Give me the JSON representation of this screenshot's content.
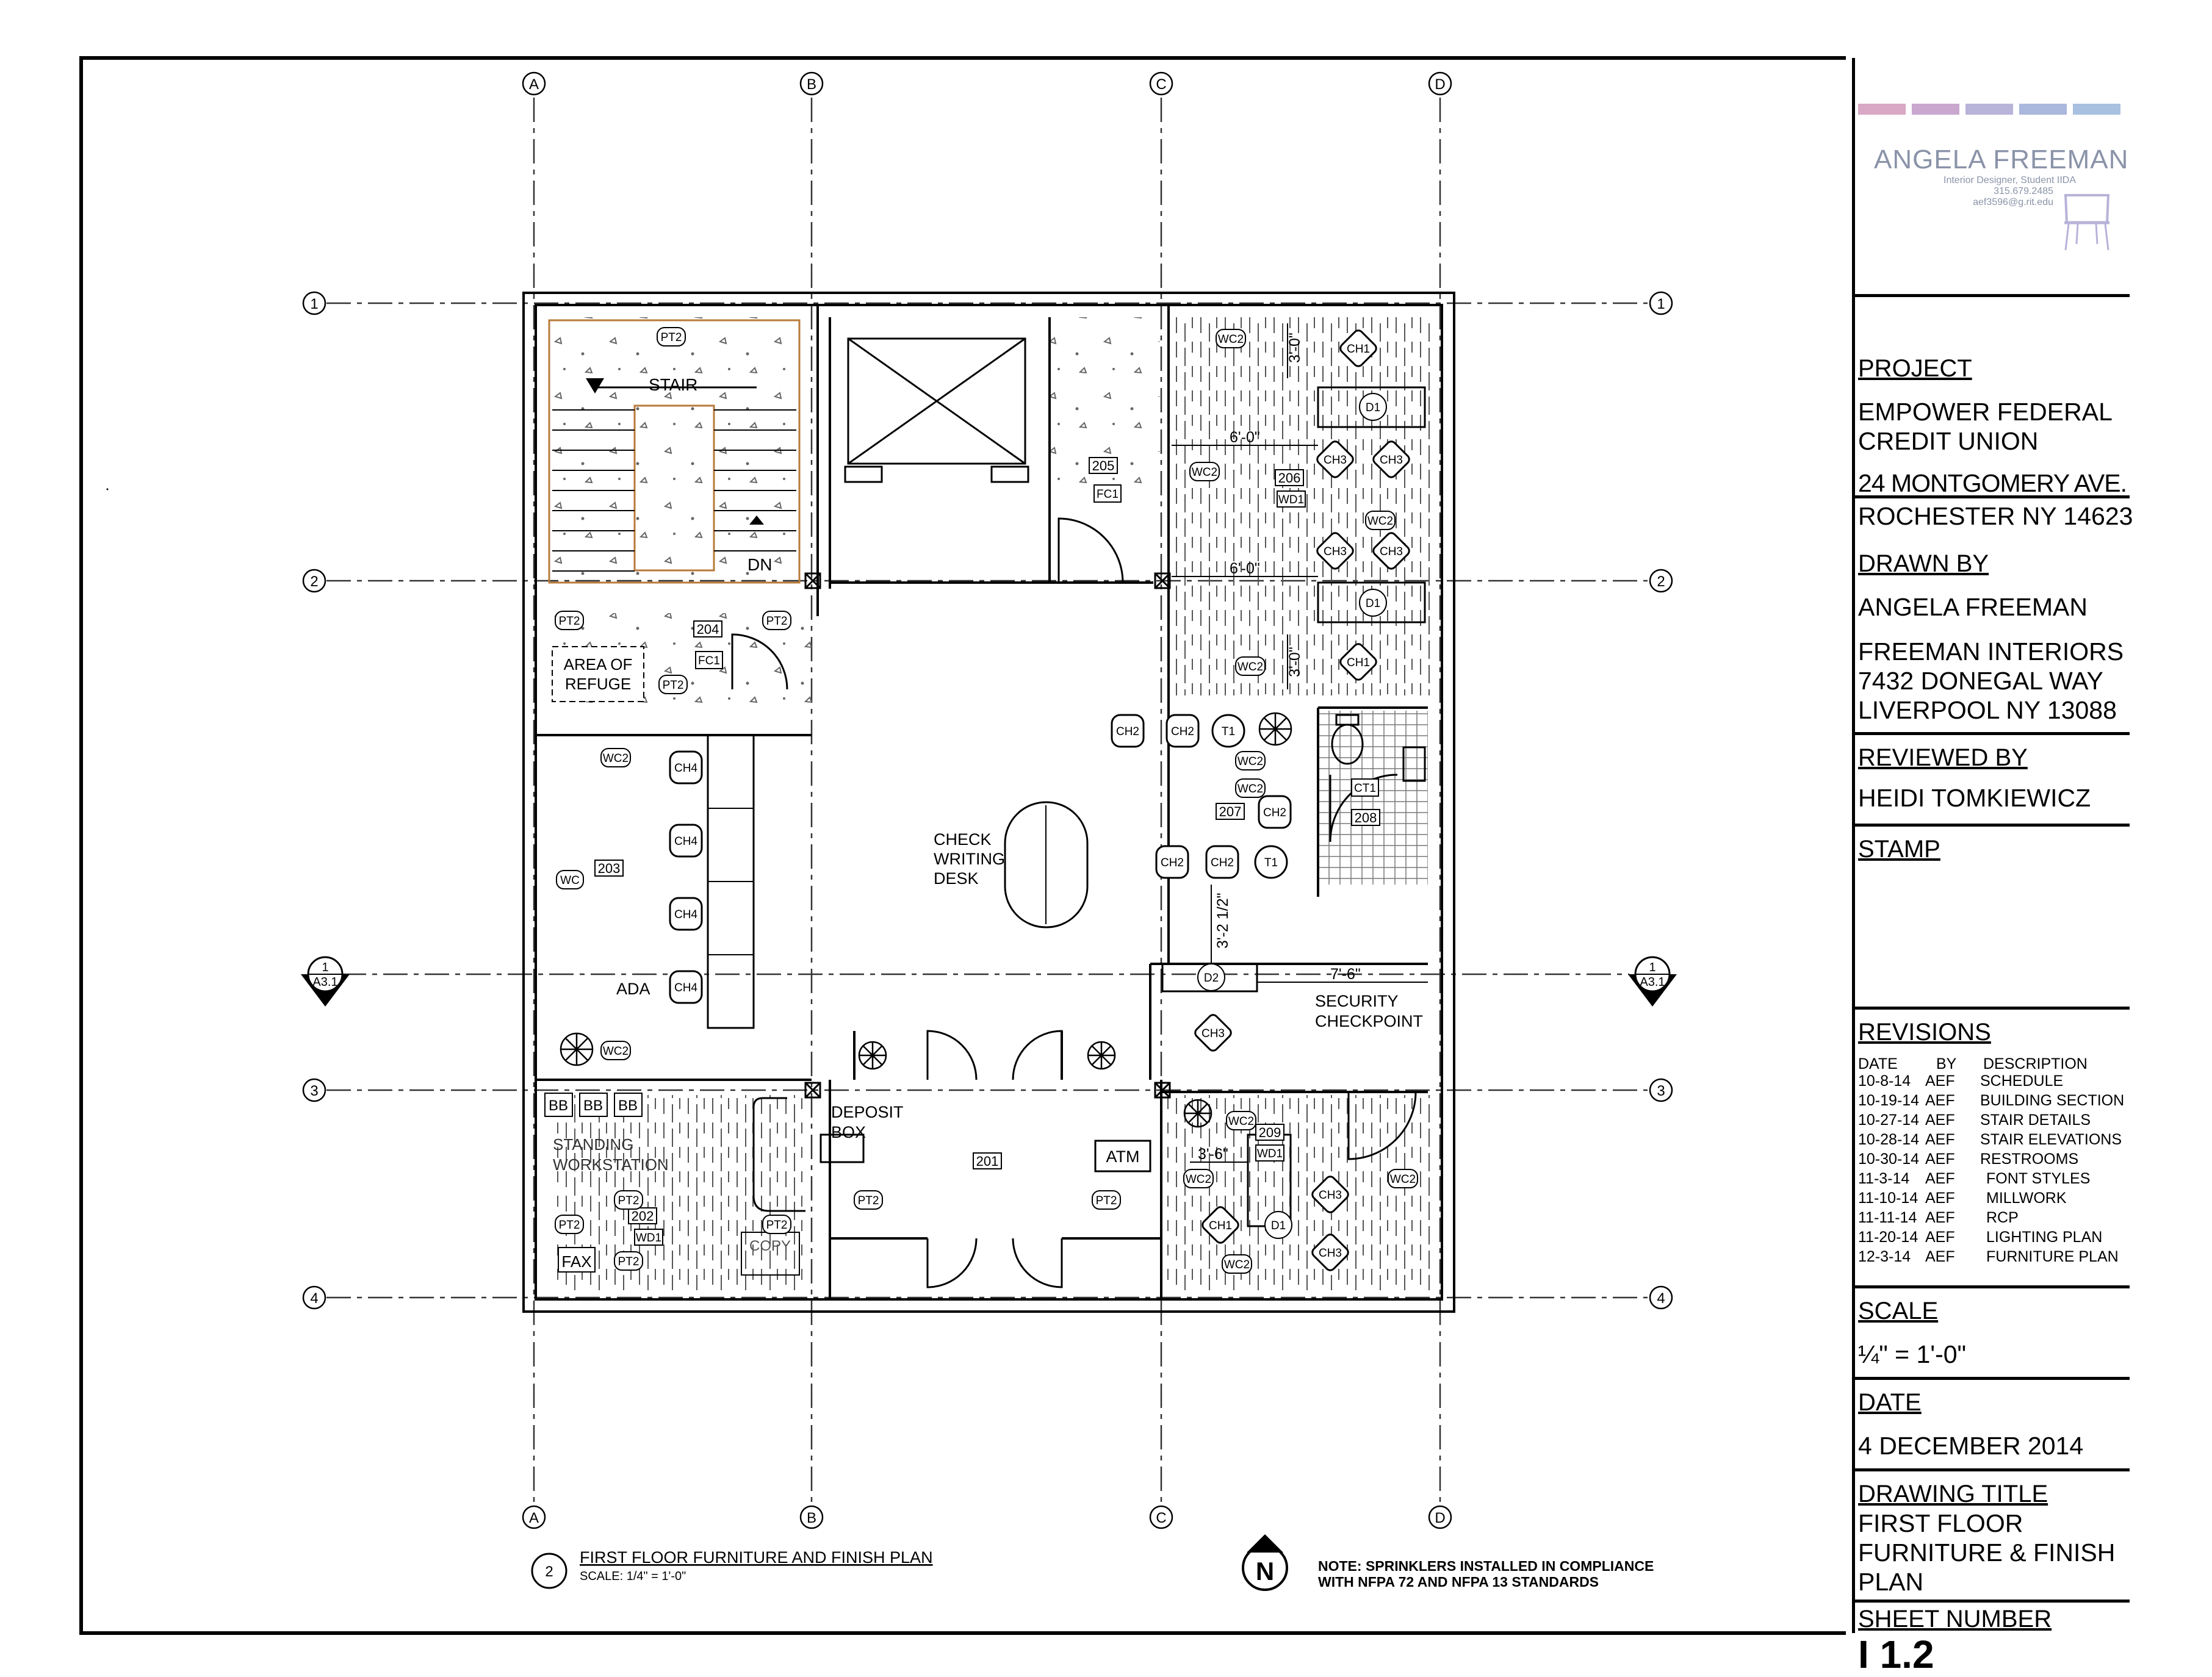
{
  "plan": {
    "grid_columns": [
      "A",
      "B",
      "C",
      "D"
    ],
    "grid_rows": [
      "1",
      "2",
      "3",
      "4"
    ],
    "section_marker": {
      "number": "1",
      "sheet": "A3.1"
    },
    "rooms": [
      "201",
      "202",
      "203",
      "204",
      "205",
      "206",
      "207",
      "208",
      "209"
    ],
    "labels": {
      "stair": "STAIR",
      "dn": "DN",
      "area_of_refuge": [
        "AREA OF",
        "REFUGE"
      ],
      "check_writing_desk": [
        "CHECK",
        "WRITING",
        "DESK"
      ],
      "ada": "ADA",
      "security_checkpoint": [
        "SECURITY",
        "CHECKPOINT"
      ],
      "deposit_box": [
        "DEPOSIT",
        "BOX"
      ],
      "atm": "ATM",
      "standing_workstation": [
        "STANDING",
        "WORKSTATION"
      ],
      "fax": "FAX",
      "copy": "COPY",
      "bb": "BB"
    },
    "dimensions": {
      "d3_0": "3'-0\"",
      "d6_0": "6'-0\"",
      "d7_6": "7'-6\"",
      "d3_6": "3'-6\"",
      "d3_2_half": "3'-2 1/2\""
    },
    "tags": {
      "pt2": "PT2",
      "wc2": "WC2",
      "wc": "WC",
      "wd1": "WD1",
      "fc1": "FC1",
      "ct1": "CT1",
      "ch1": "CH1",
      "ch2": "CH2",
      "ch3": "CH3",
      "ch4": "CH4",
      "d1": "D1",
      "d2": "D2",
      "t1": "T1"
    },
    "drawing_caption": {
      "number": "2",
      "title": "FIRST FLOOR FURNITURE AND FINISH PLAN",
      "scale": "SCALE: 1/4\" = 1'-0\""
    },
    "north_arrow": "N",
    "note": [
      "NOTE:  SPRINKLERS INSTALLED IN COMPLIANCE",
      "WITH NFPA 72 AND NFPA 13 STANDARDS"
    ]
  },
  "title_block": {
    "logo": {
      "name": "ANGELA FREEMAN",
      "lines": [
        "Interior Designer, Student IIDA",
        "315.679.2485",
        "aef3596@g.rit.edu"
      ],
      "bar_colors": [
        "#d9a8c4",
        "#c9a7cf",
        "#b7b3d9",
        "#aab8de",
        "#a9c1e0"
      ]
    },
    "project": {
      "heading": "PROJECT",
      "lines": [
        "EMPOWER FEDERAL",
        "CREDIT UNION",
        "24 MONTGOMERY AVE.",
        "ROCHESTER NY 14623"
      ]
    },
    "drawn_by": {
      "heading": "DRAWN BY",
      "lines": [
        "ANGELA FREEMAN",
        "FREEMAN INTERIORS",
        "7432 DONEGAL WAY",
        "LIVERPOOL NY 13088"
      ]
    },
    "reviewed_by": {
      "heading": "REVIEWED BY",
      "lines": [
        "HEIDI TOMKIEWICZ"
      ]
    },
    "stamp": {
      "heading": "STAMP"
    },
    "revisions": {
      "heading": "REVISIONS",
      "columns": [
        "DATE",
        "BY",
        "DESCRIPTION"
      ],
      "rows": [
        [
          "10-8-14",
          "AEF",
          "SCHEDULE"
        ],
        [
          "10-19-14",
          "AEF",
          "BUILDING SECTION"
        ],
        [
          "10-27-14",
          "AEF",
          "STAIR DETAILS"
        ],
        [
          "10-28-14",
          "AEF",
          "STAIR ELEVATIONS"
        ],
        [
          "10-30-14",
          "AEF",
          "RESTROOMS"
        ],
        [
          "11-3-14",
          "AEF",
          "FONT STYLES"
        ],
        [
          "11-10-14",
          "AEF",
          "MILLWORK"
        ],
        [
          "11-11-14",
          "AEF",
          "RCP"
        ],
        [
          "11-20-14",
          "AEF",
          "LIGHTING PLAN"
        ],
        [
          "12-3-14",
          "AEF",
          "FURNITURE PLAN"
        ]
      ]
    },
    "scale": {
      "heading": "SCALE",
      "value": "¼\" = 1'-0\""
    },
    "date": {
      "heading": "DATE",
      "value": "4 DECEMBER 2014"
    },
    "drawing_title": {
      "heading": "DRAWING TITLE",
      "lines": [
        "FIRST FLOOR",
        "FURNITURE & FINISH",
        "PLAN"
      ]
    },
    "sheet_number": {
      "heading": "SHEET NUMBER",
      "value": "I 1.2"
    }
  }
}
